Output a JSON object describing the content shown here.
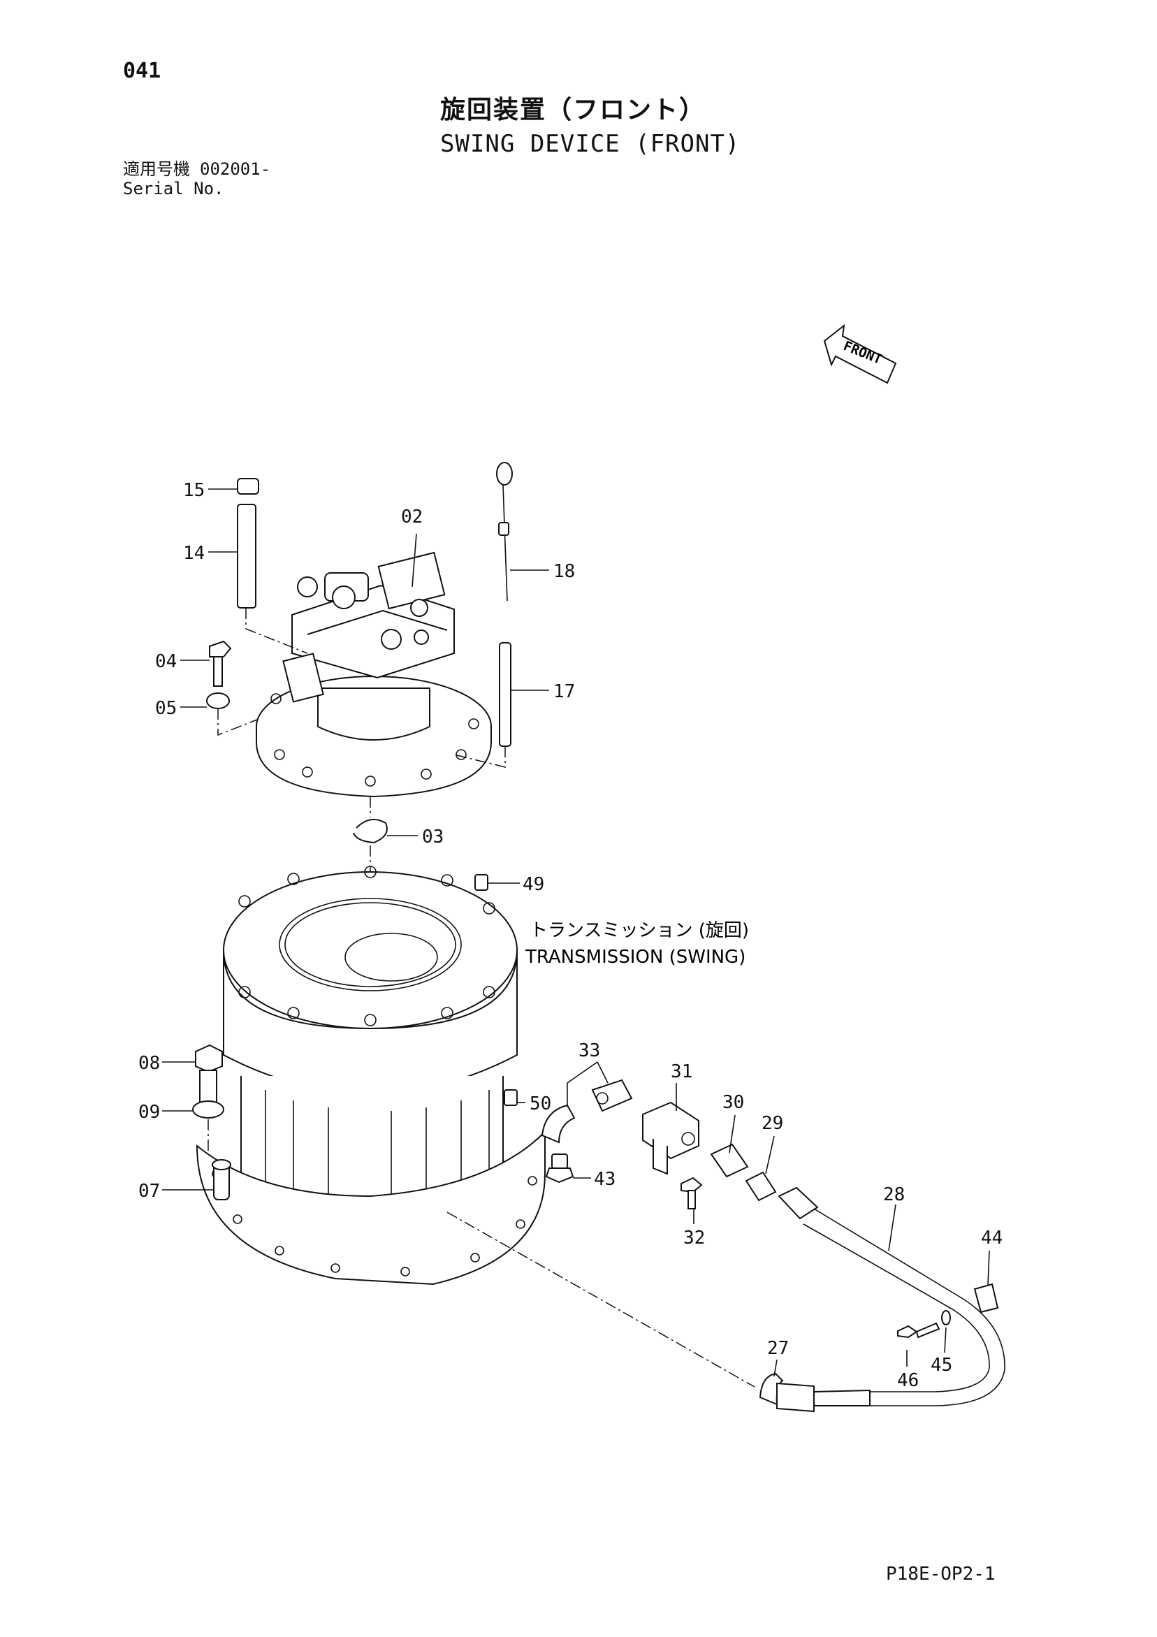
{
  "header": {
    "page_number": "041",
    "title_jp": "旋回装置（フロント）",
    "title_en": "SWING DEVICE (FRONT)",
    "serial_label_jp": "適用号機",
    "serial_value": "002001-",
    "serial_label_en": "Serial No."
  },
  "orientation": {
    "front_label": "FRONT"
  },
  "assembly": {
    "label_jp": "トランスミッション (旋回)",
    "label_en": "TRANSMISSION (SWING)"
  },
  "callouts": {
    "c15": "15",
    "c14": "14",
    "c02": "02",
    "c18": "18",
    "c04": "04",
    "c05": "05",
    "c17": "17",
    "c03": "03",
    "c49": "49",
    "c08": "08",
    "c09": "09",
    "c07": "07",
    "c33": "33",
    "c31": "31",
    "c50": "50",
    "c30": "30",
    "c29": "29",
    "c43": "43",
    "c32": "32",
    "c28": "28",
    "c44": "44",
    "c27": "27",
    "c46": "46",
    "c45": "45"
  },
  "footer": {
    "code": "P18E-OP2-1"
  }
}
